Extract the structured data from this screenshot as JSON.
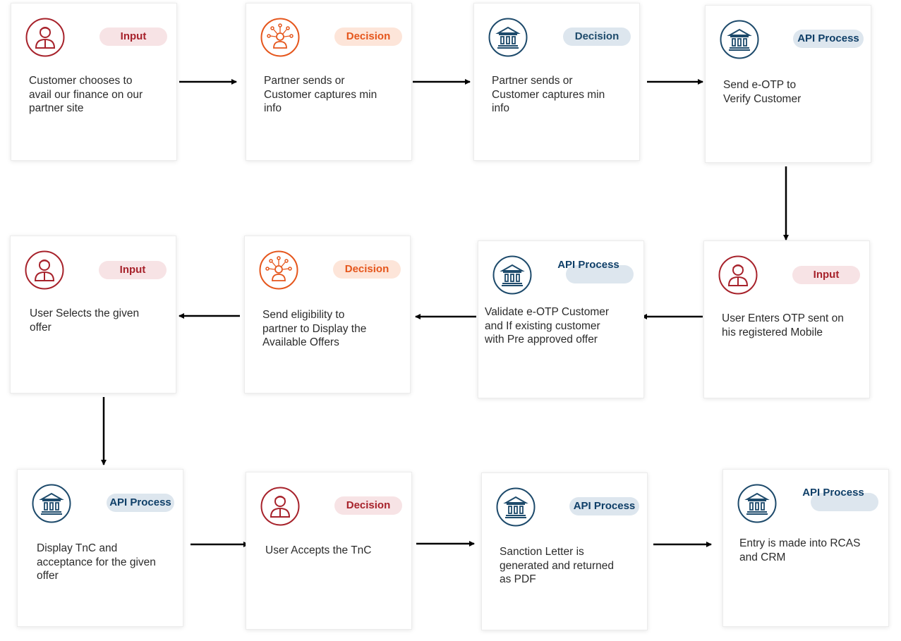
{
  "colors": {
    "input_red": "#a7222b",
    "decision_orange": "#e5561c",
    "blue": "#1d4a6b",
    "arrow": "#000000"
  },
  "steps": [
    {
      "badge": "Input",
      "icon": "person-icon",
      "text": "Customer chooses to\navail our finance on our\npartner site"
    },
    {
      "badge": "Decision",
      "icon": "network-person-icon",
      "text": "Partner sends or\nCustomer captures min\ninfo"
    },
    {
      "badge": "Decision",
      "icon": "bank-icon",
      "text": "Partner sends or\nCustomer captures min\ninfo"
    },
    {
      "badge": "API Process",
      "icon": "bank-icon",
      "text": "Send e-OTP to\nVerify Customer"
    },
    {
      "badge": "Input",
      "icon": "person-icon",
      "text": "User Enters OTP sent on\nhis registered Mobile"
    },
    {
      "badge": "API Process",
      "icon": "bank-icon",
      "text": "Validate e-OTP Customer\n and If existing customer\nwith Pre approved offer"
    },
    {
      "badge": "Decision",
      "icon": "network-person-icon",
      "text": "Send eligibility to\npartner to Display the\nAvailable Offers"
    },
    {
      "badge": "Input",
      "icon": "person-icon",
      "text": "User Selects the given\noffer"
    },
    {
      "badge": "API Process",
      "icon": "bank-icon",
      "text": "Display TnC and\nacceptance for the given\noffer"
    },
    {
      "badge": "Decision",
      "icon": "person-icon",
      "text": "User Accepts the TnC"
    },
    {
      "badge": "API Process",
      "icon": "bank-icon",
      "text": "Sanction Letter is\ngenerated and returned\nas PDF"
    },
    {
      "badge": "API Process",
      "icon": "bank-icon",
      "text": "Entry is made into RCAS\nand CRM"
    }
  ]
}
